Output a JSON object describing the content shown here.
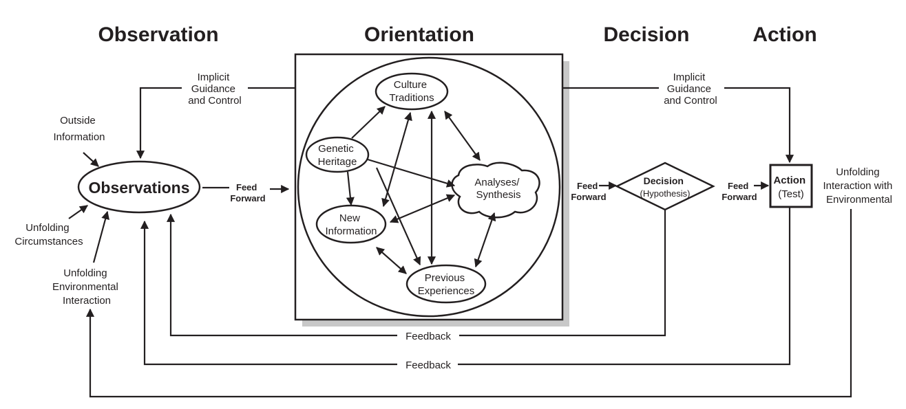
{
  "headers": {
    "observation": "Observation",
    "orientation": "Orientation",
    "decision": "Decision",
    "action": "Action"
  },
  "nodes": {
    "observations": "Observations",
    "culture": [
      "Culture",
      "Traditions"
    ],
    "genetic": [
      "Genetic",
      "Heritage"
    ],
    "analyses": [
      "Analyses/",
      "Synthesis"
    ],
    "new_info": [
      "New",
      "Information"
    ],
    "previous": [
      "Previous",
      "Experiences"
    ],
    "decision": [
      "Decision",
      "(Hypothesis)"
    ],
    "action": [
      "Action",
      "(Test)"
    ]
  },
  "labels": {
    "implicit_left": [
      "Implicit",
      "Guidance",
      "and Control"
    ],
    "implicit_right": [
      "Implicit",
      "Guidance",
      "and Control"
    ],
    "outside_info": [
      "Outside",
      "Information"
    ],
    "unfolding_circ": [
      "Unfolding",
      "Circumstances"
    ],
    "unfolding_env": [
      "Unfolding",
      "Environmental",
      "Interaction"
    ],
    "unfolding_action": [
      "Unfolding",
      "Interaction with",
      "Environmental"
    ],
    "feed_forward_1": [
      "Feed",
      "Forward"
    ],
    "feed_forward_2": [
      "Feed",
      "Forward"
    ],
    "feed_forward_3": [
      "Feed",
      "Forward"
    ],
    "feedback_1": "Feedback",
    "feedback_2": "Feedback"
  },
  "colors": {
    "ink": "#231f20",
    "shadow": "#c8c8c8",
    "background": "#ffffff"
  }
}
